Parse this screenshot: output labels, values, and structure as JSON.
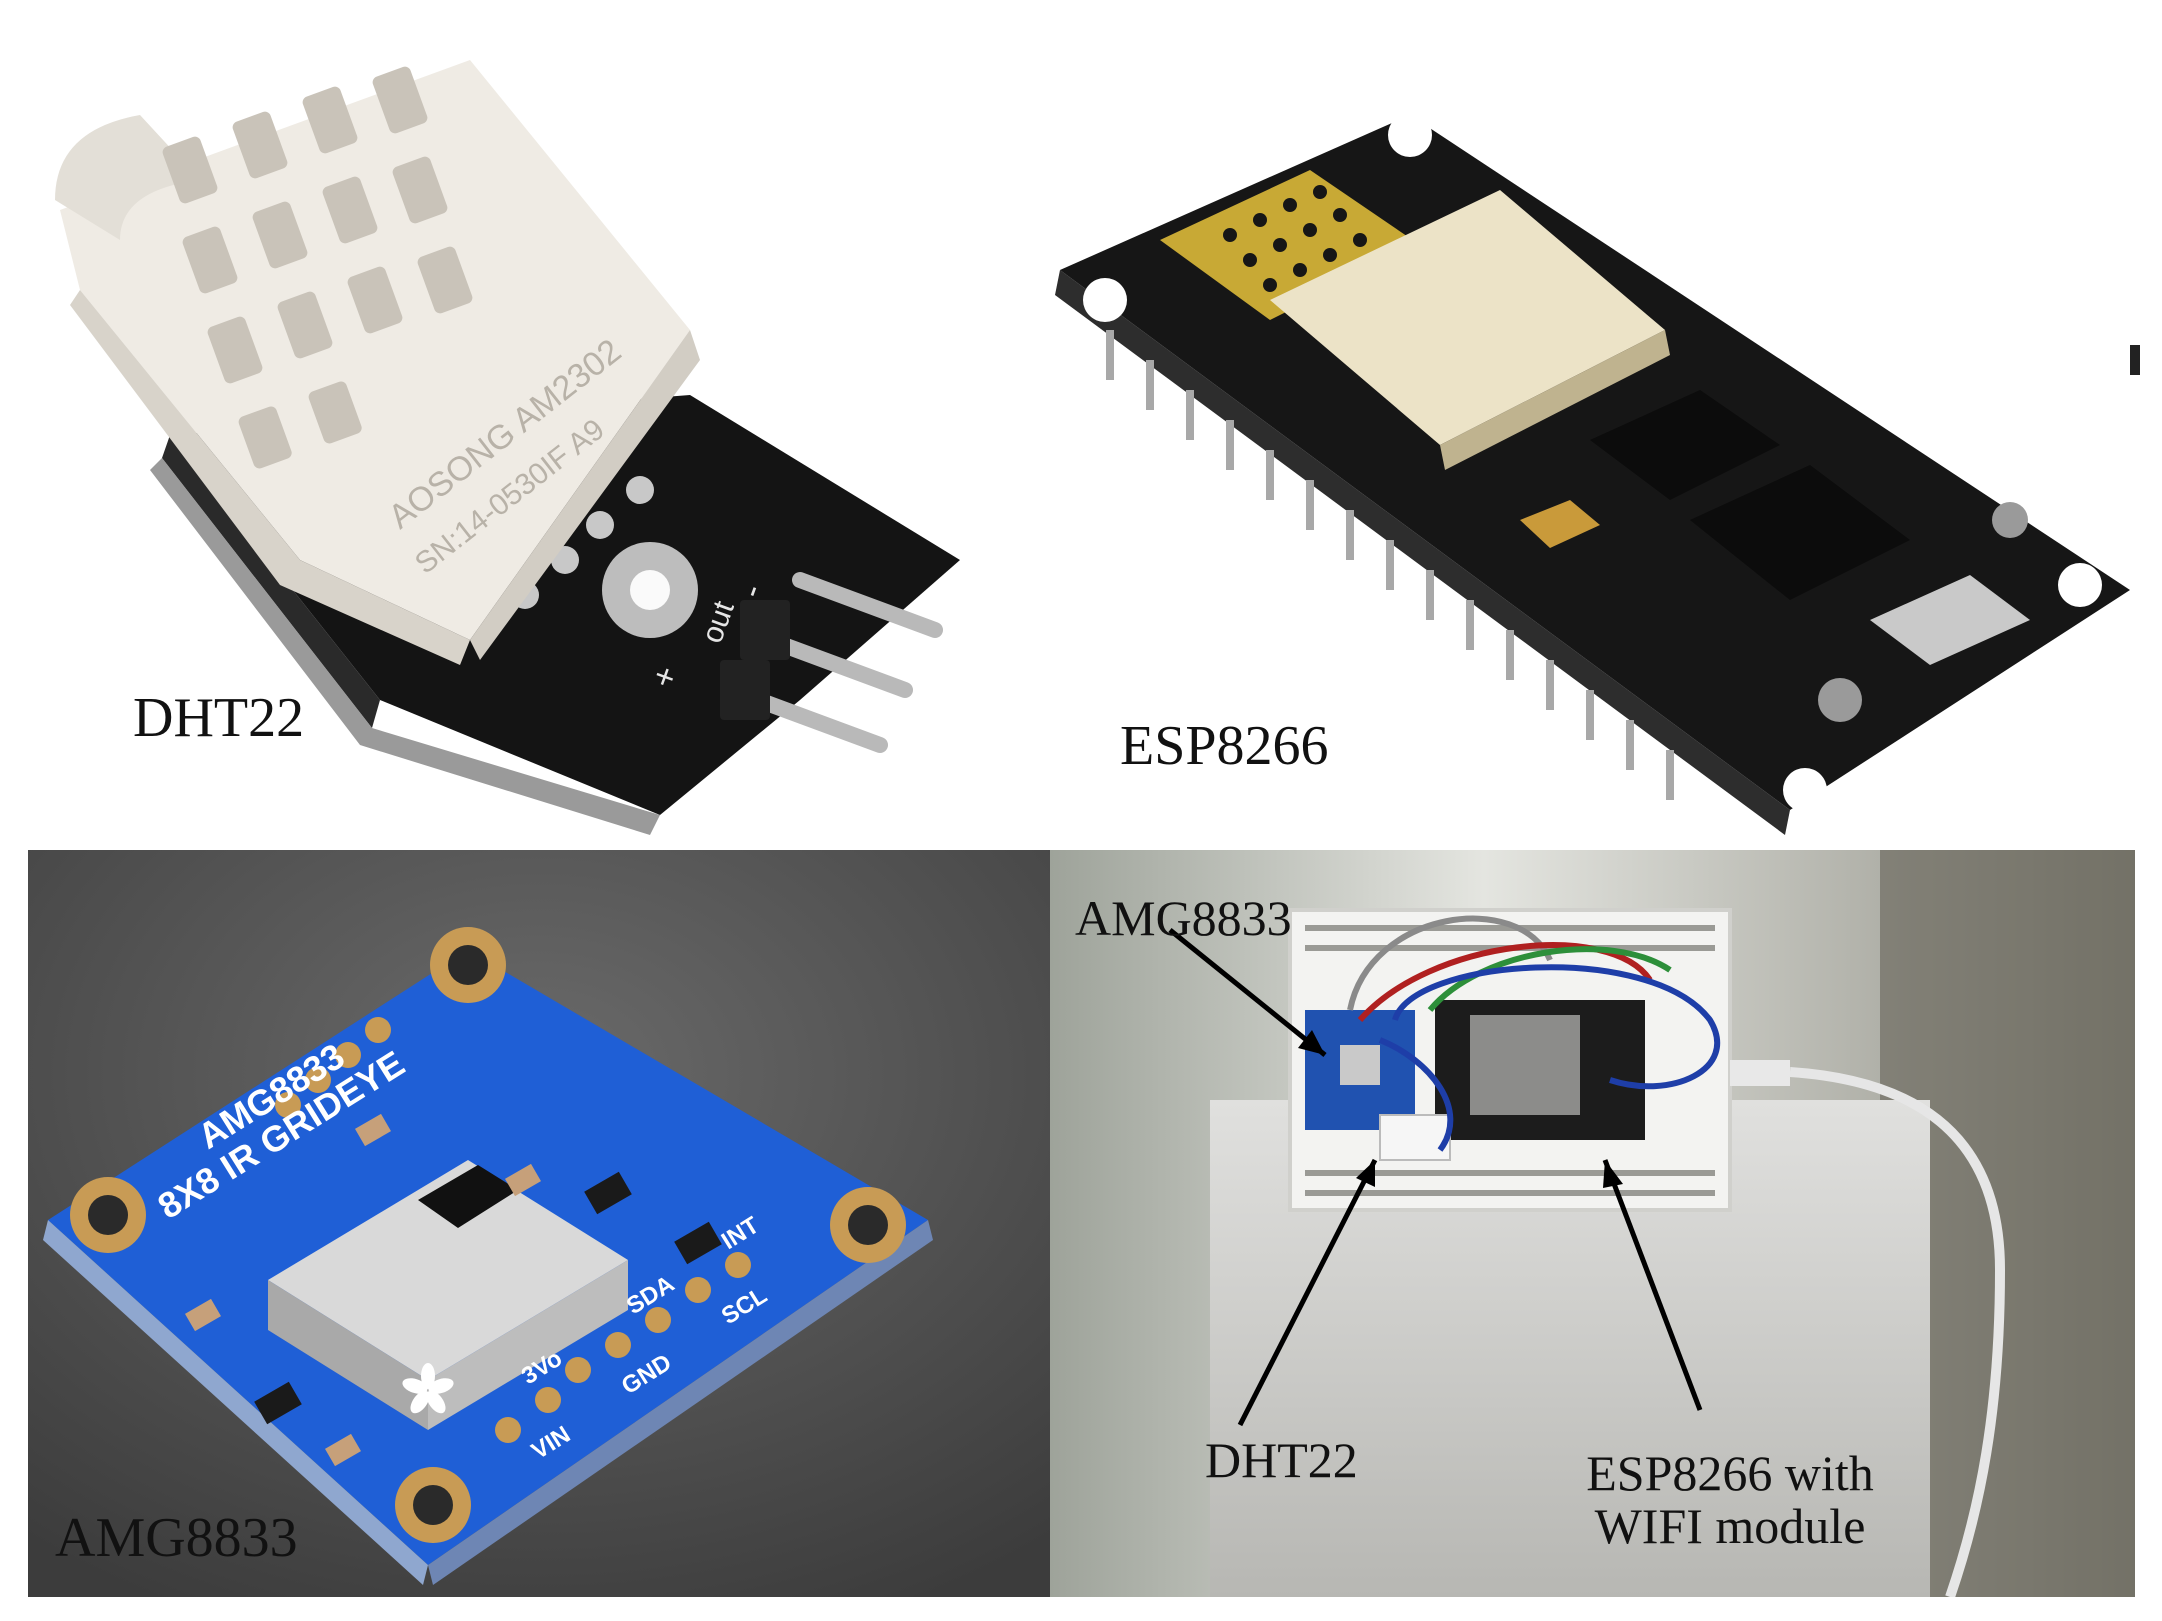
{
  "panels": {
    "dht22": {
      "caption": "DHT22",
      "sensor_print_1": "AOSONG AM2302",
      "sensor_print_2": "SN:14-0530IF A9",
      "pin_plus": "+",
      "pin_out": "out",
      "pin_minus": "-"
    },
    "esp8266": {
      "caption": "ESP8266"
    },
    "amg8833": {
      "caption": "AMG8833",
      "board_text_1": "AMG8833",
      "board_text_2": "8X8 IR GRIDEYE",
      "pins": [
        "INT",
        "SDA",
        "SCL",
        "3Vo",
        "GND",
        "VIN"
      ]
    },
    "assembly": {
      "label_amg": "AMG8833",
      "label_dht": "DHT22",
      "label_esp_line1": "ESP8266 with",
      "label_esp_line2": "WIFI module"
    }
  },
  "colors": {
    "dht_body": "#f1ede6",
    "pcb_black": "#141414",
    "amg_blue": "#1f5fd6",
    "dark_bg": "#4d4d4d",
    "photo_bg": "#cfd0c8"
  }
}
